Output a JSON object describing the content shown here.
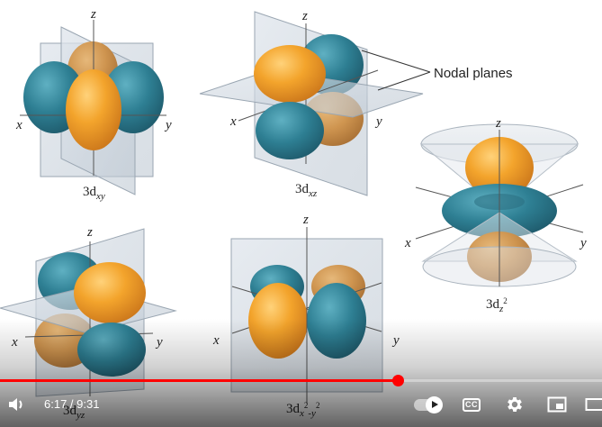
{
  "diagram": {
    "callout": "Nodal planes",
    "axes": {
      "x": "x",
      "y": "y",
      "z": "z"
    },
    "orbitals": [
      {
        "id": "dxy",
        "prefix": "3d",
        "sub": "xy",
        "sup": ""
      },
      {
        "id": "dxz",
        "prefix": "3d",
        "sub": "xz",
        "sup": ""
      },
      {
        "id": "dz2",
        "prefix": "3d",
        "sub": "z",
        "sup": "2"
      },
      {
        "id": "dyz",
        "prefix": "3d",
        "sub": "yz",
        "sup": ""
      },
      {
        "id": "dx2y2",
        "prefix": "3d",
        "sub": "x",
        "sup": "2",
        "sub2": "-y",
        "sup2": "2"
      }
    ],
    "colors": {
      "orange": "#f0a02a",
      "teal": "#2e7f93",
      "plane": "#c8d2dc"
    }
  },
  "player": {
    "current_time": "6:17",
    "separator": " / ",
    "duration": "9:31",
    "progress_fraction": 0.6602,
    "cc_label": "CC",
    "icons": [
      "volume-icon",
      "autoplay-toggle",
      "cc-icon",
      "settings-icon",
      "miniplayer-icon",
      "theater-icon"
    ],
    "accent": "#ff0000"
  }
}
